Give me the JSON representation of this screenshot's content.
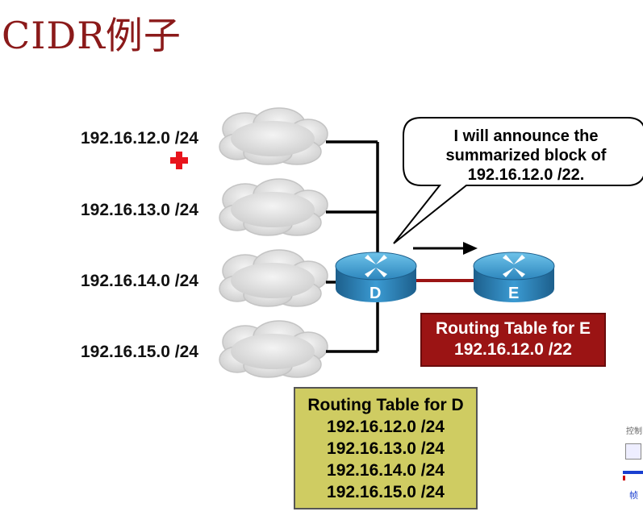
{
  "title": "CIDR例子",
  "networks": [
    "192.16.12.0 /24",
    "192.16.13.0 /24",
    "192.16.14.0 /24",
    "192.16.15.0 /24"
  ],
  "callout": [
    "I will announce the",
    "summarized block of",
    "192.16.12.0 /22."
  ],
  "routers": {
    "d": "D",
    "e": "E"
  },
  "routing_table_e": {
    "title": "Routing Table for E",
    "entries": [
      "192.16.12.0 /22"
    ]
  },
  "routing_table_d": {
    "title": "Routing Table for D",
    "entries": [
      "192.16.12.0 /24",
      "192.16.13.0 /24",
      "192.16.14.0 /24",
      "192.16.15.0 /24"
    ]
  },
  "colors": {
    "title": "#8b1a1a",
    "table_e_bg": "#9b1414",
    "table_d_bg": "#cfcc62",
    "router_blue": "#2f8fc4",
    "link_red": "#9b1414"
  },
  "side_widget": {
    "text": "控制",
    "text2": "帧"
  }
}
